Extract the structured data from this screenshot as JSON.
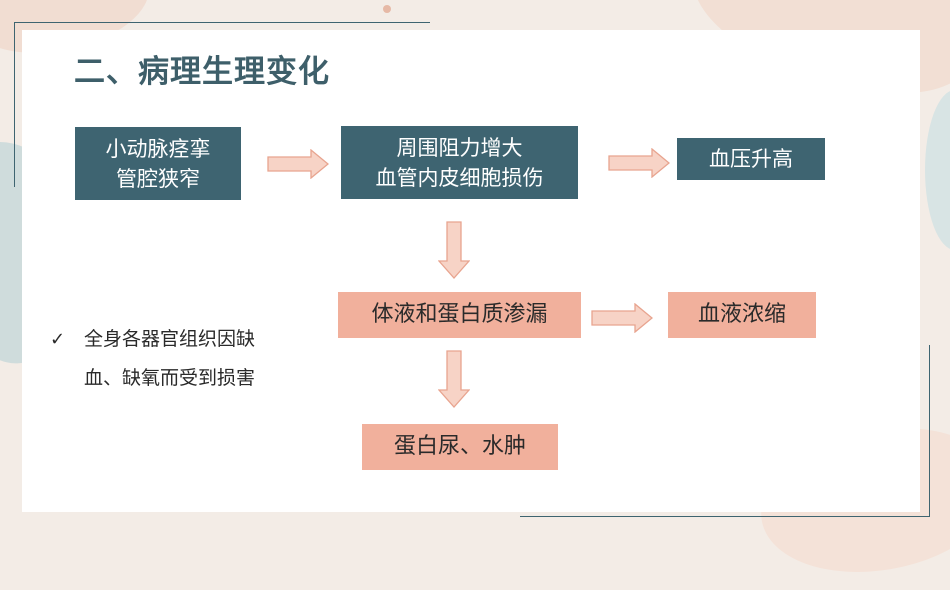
{
  "title": "二、病理生理变化",
  "boxes": {
    "arteriole_spasm": "小动脉痉挛",
    "lumen_narrow": "管腔狭窄",
    "resistance_up": "周围阻力增大",
    "endothelial_damage": "血管内皮细胞损伤",
    "bp_rise": "血压升高",
    "fluid_leak": "体液和蛋白质渗漏",
    "hemoconcentration": "血液浓缩",
    "proteinuria_edema": "蛋白尿、水肿"
  },
  "bullet": {
    "mark": "✓",
    "line1": "全身各器官组织因缺",
    "line2": "血、缺氧而受到损害"
  },
  "colors": {
    "teal": "#3e6471",
    "salmon": "#f1b09c",
    "arrow_fill": "#f7d3c6",
    "arrow_stroke": "#e8a48f"
  }
}
